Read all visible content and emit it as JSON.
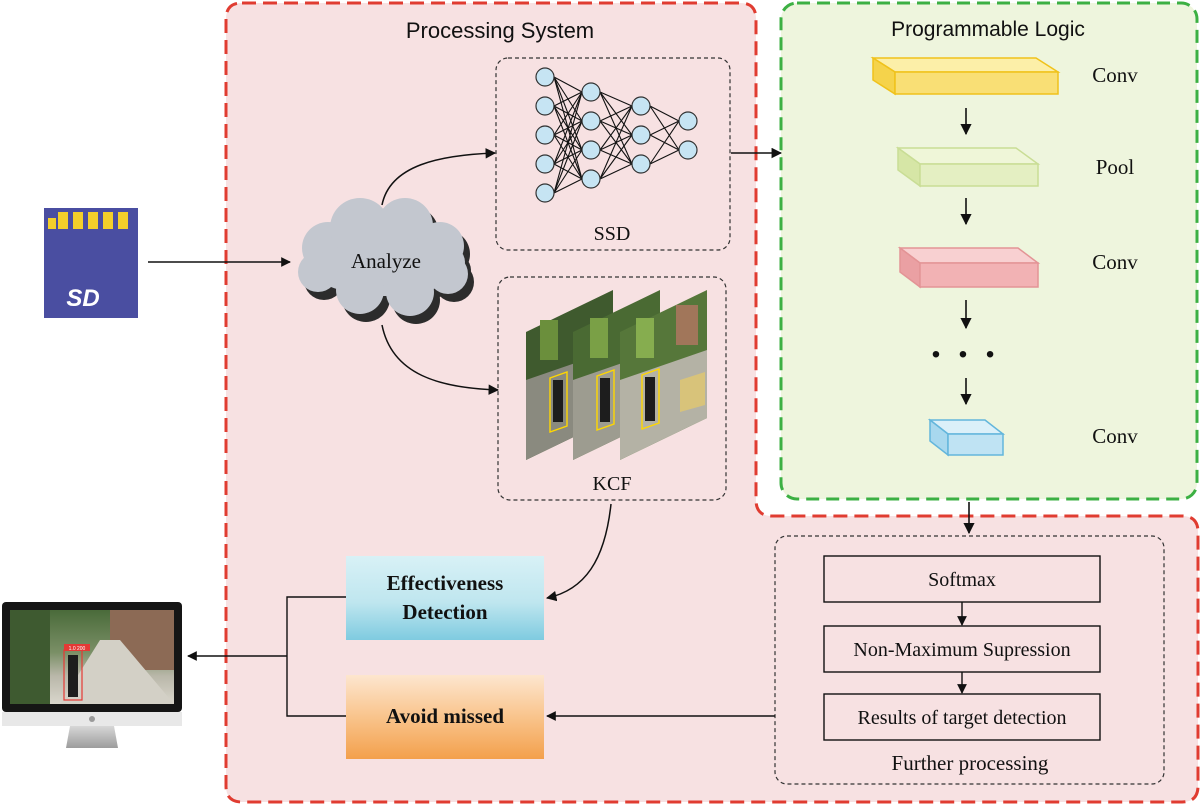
{
  "processing_system": {
    "title": "Processing System",
    "analyze_label": "Analyze",
    "ssd_label": "SSD",
    "kcf_label": "KCF",
    "effectiveness_line1": "Effectiveness",
    "effectiveness_line2": "Detection",
    "avoid_missed": "Avoid missed"
  },
  "programmable_logic": {
    "title": "Programmable Logic",
    "layers": [
      "Conv",
      "Pool",
      "Conv",
      "Conv"
    ],
    "ellipsis": "• • •"
  },
  "further_processing": {
    "steps": [
      "Softmax",
      "Non-Maximum Supression",
      "Results of target detection"
    ],
    "caption": "Further processing"
  },
  "sd_card": {
    "label": "SD"
  },
  "monitor": {
    "overlay_label": "1.0 200"
  },
  "colors": {
    "red_dash": "#e03c31",
    "green_dash": "#3cb043",
    "processing_fill": "#f7e1e2",
    "pl_fill": "#eef5dd",
    "conv1": "#f9df75",
    "pool": "#e4efc2",
    "conv2": "#f2b2b4",
    "conv3": "#bfe3f3",
    "sd_blue": "#4a4ea1",
    "sd_gold": "#f3cf2a",
    "cloud_gray": "#c3c7cf"
  }
}
